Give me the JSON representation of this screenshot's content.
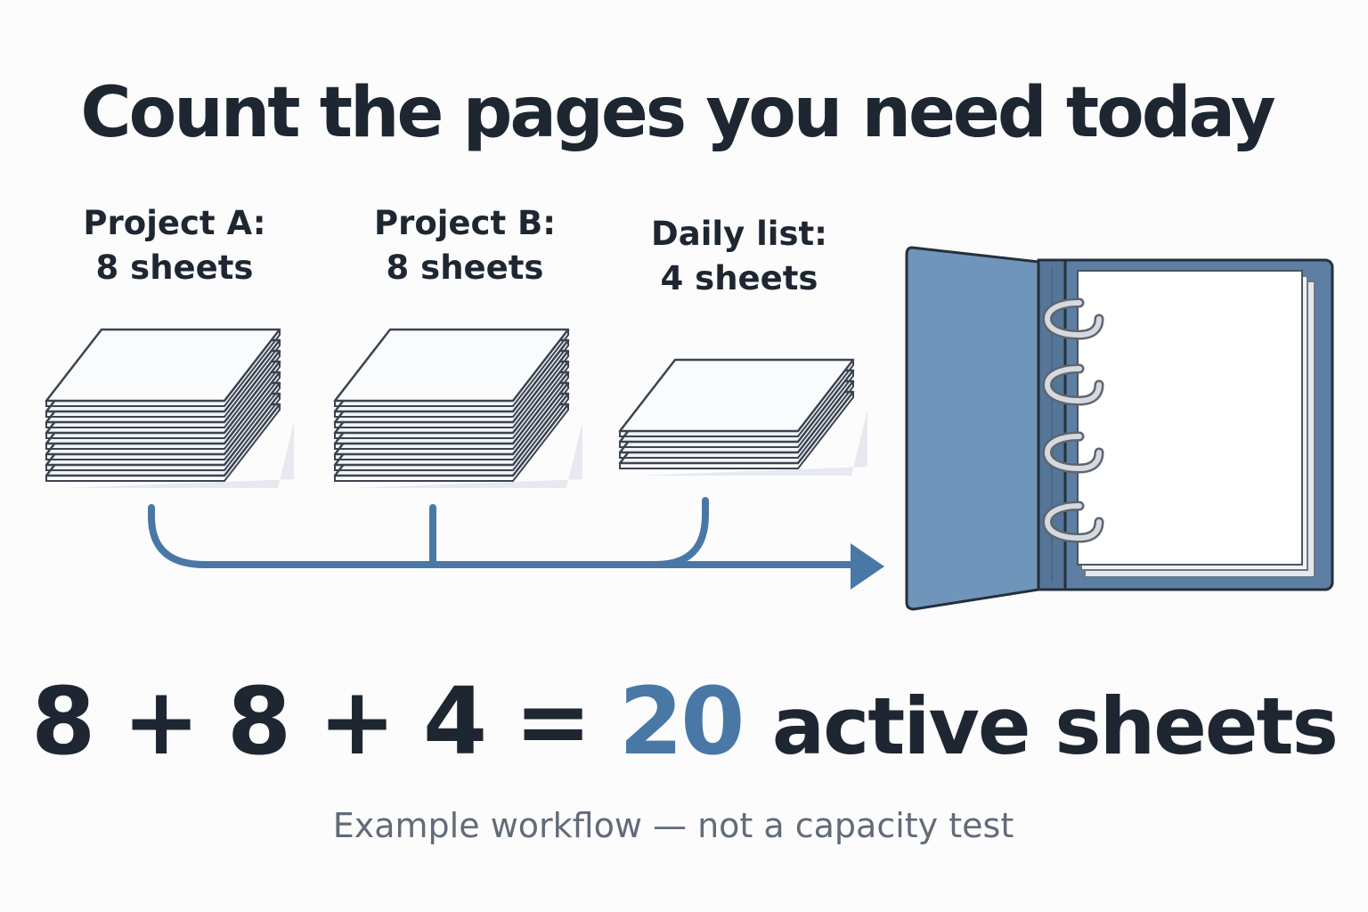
{
  "title": "Count the pages you need today",
  "groups": [
    {
      "name": "Project A:",
      "count_text": "8 sheets",
      "sheets": 8
    },
    {
      "name": "Project B:",
      "count_text": "8 sheets",
      "sheets": 8
    },
    {
      "name": "Daily list:",
      "count_text": "4 sheets",
      "sheets": 4
    }
  ],
  "equation": {
    "a": "8",
    "plus1": "+",
    "b": "8",
    "plus2": "+",
    "c": "4",
    "equals": "=",
    "total": "20",
    "unit": "active sheets"
  },
  "caption": "Example workflow — not a capacity test",
  "colors": {
    "accent": "#4a78a6",
    "binder": "#6f95bb",
    "text": "#1e2731",
    "caption": "#626b77"
  },
  "icons": [
    "paper-stack-icon",
    "ring-binder-icon",
    "arrow-right-icon"
  ]
}
